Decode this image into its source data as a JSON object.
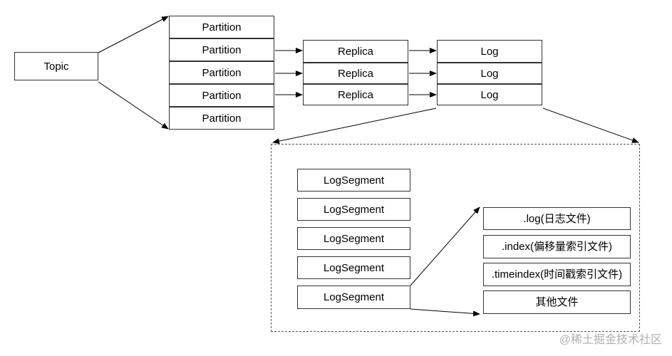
{
  "topic": {
    "label": "Topic"
  },
  "partitions": [
    "Partition",
    "Partition",
    "Partition",
    "Partition",
    "Partition"
  ],
  "replicas": [
    "Replica",
    "Replica",
    "Replica"
  ],
  "logs": [
    "Log",
    "Log",
    "Log"
  ],
  "log_segments": [
    "LogSegment",
    "LogSegment",
    "LogSegment",
    "LogSegment",
    "LogSegment"
  ],
  "files": [
    ".log(日志文件)",
    ".index(偏移量索引文件)",
    ".timeindex(时间戳索引文件)",
    "其他文件"
  ],
  "watermark": "@稀土掘金技术社区"
}
